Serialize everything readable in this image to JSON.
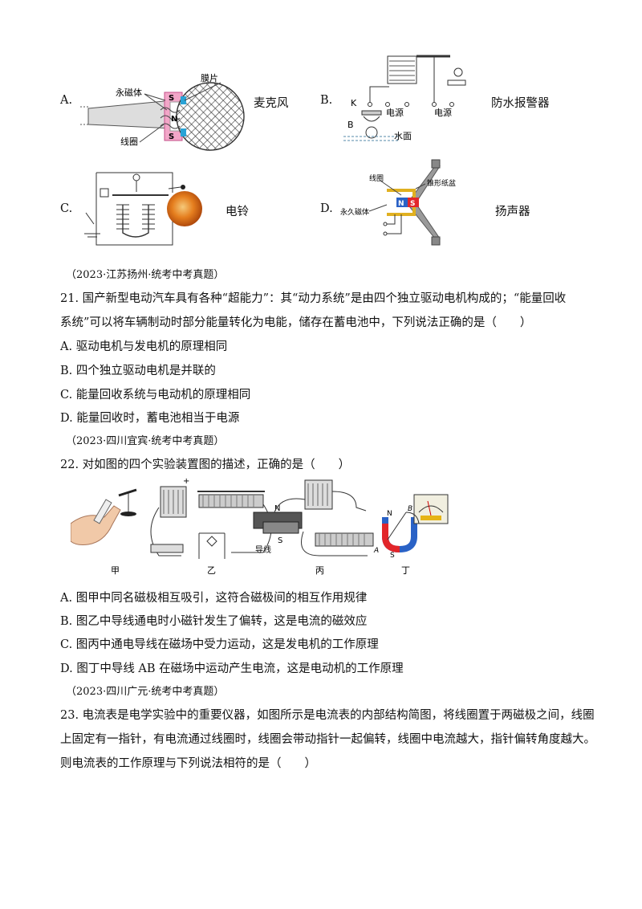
{
  "q20": {
    "options": [
      {
        "letter": "A.",
        "caption": "麦克风",
        "labels": {
          "magnet": "永磁体",
          "diaphragm": "膜片",
          "coil": "线圈",
          "s": "S",
          "n": "N"
        }
      },
      {
        "letter": "B.",
        "caption": "防水报警器",
        "labels": {
          "k": "K",
          "b": "B",
          "power1": "电源",
          "power2": "电源",
          "water": "水面"
        }
      },
      {
        "letter": "C.",
        "caption": "电铃"
      },
      {
        "letter": "D.",
        "caption": "扬声器",
        "labels": {
          "coil": "线圈",
          "cone": "锥形纸盆",
          "magnet": "永久磁体",
          "n": "N",
          "s": "S"
        }
      }
    ]
  },
  "q21": {
    "source": "（2023·江苏扬州·统考中考真题）",
    "stem_line1": "21. 国产新型电动汽车具有各种“超能力”：其“动力系统”是由四个独立驱动电机构成的；“能量回收",
    "stem_line2": "系统”可以将车辆制动时部分能量转化为电能，储存在蓄电池中，下列说法正确的是（　　）",
    "options": [
      "A. 驱动电机与发电机的原理相同",
      "B. 四个独立驱动电机是并联的",
      "C. 能量回收系统与电动机的原理相同",
      "D. 能量回收时，蓄电池相当于电源"
    ]
  },
  "q22": {
    "source": "（2023·四川宜宾·统考中考真题）",
    "stem": "22. 对如图的四个实验装置图的描述，正确的是（　　）",
    "figure_labels": {
      "jia": "甲",
      "yi": "乙",
      "bing": "丙",
      "ding": "丁",
      "wire": "导线",
      "n": "N",
      "s": "S",
      "a": "A",
      "b": "B",
      "plus": "+"
    },
    "options": [
      "A. 图甲中同名磁极相互吸引，这符合磁极间的相互作用规律",
      "B. 图乙中导线通电时小磁针发生了偏转，这是电流的磁效应",
      "C. 图丙中通电导线在磁场中受力运动，这是发电机的工作原理",
      "D. 图丁中导线 AB 在磁场中运动产生电流，这是电动机的工作原理"
    ]
  },
  "q23": {
    "source": "（2023·四川广元·统考中考真题）",
    "stem_line1": "23. 电流表是电学实验中的重要仪器，如图所示是电流表的内部结构简图，将线圈置于两磁极之间，线圈",
    "stem_line2": "上固定有一指针，有电流通过线圈时，线圈会带动指针一起偏转，线圈中电流越大，指针偏转角度越大。",
    "stem_line3": "则电流表的工作原理与下列说法相符的是（　　）"
  }
}
